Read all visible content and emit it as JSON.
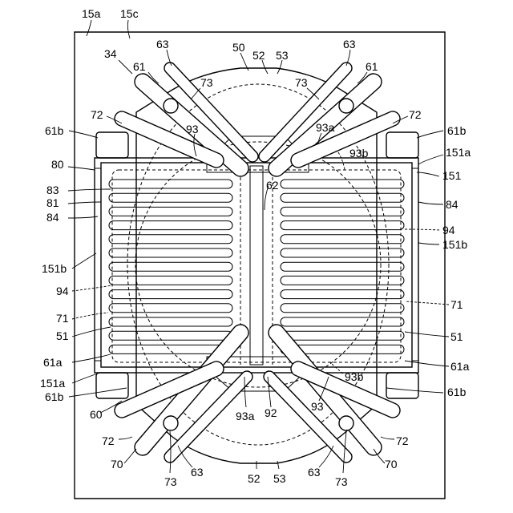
{
  "labels": {
    "l15a": "15a",
    "l15c": "15c",
    "l34": "34",
    "l50": "50",
    "l52t": "52",
    "l53t": "53",
    "l63tl": "63",
    "l63tr": "63",
    "l61tl": "61",
    "l61tr": "61",
    "l73tl": "73",
    "l73tr": "73",
    "l72tl": "72",
    "l72tr": "72",
    "l61btl": "61b",
    "l61btr": "61b",
    "l93tl": "93",
    "l93atr": "93a",
    "l93btr": "93b",
    "l151atr": "151a",
    "l151r": "151",
    "l80": "80",
    "l83": "83",
    "l81": "81",
    "l84l": "84",
    "l84r": "84",
    "l62": "62",
    "l94r": "94",
    "l151br": "151b",
    "l151bl": "151b",
    "l94l": "94",
    "l71l": "71",
    "l71r": "71",
    "l51l": "51",
    "l51r": "51",
    "l61al": "61a",
    "l61ar": "61a",
    "l151al": "151a",
    "l93bbr": "93b",
    "l61bbl": "61b",
    "l61bbr": "61b",
    "l60": "60",
    "l93ab": "93a",
    "l92": "92",
    "l93br": "93",
    "l72bl": "72",
    "l72br": "72",
    "l70bl": "70",
    "l70br": "70",
    "l73bl": "73",
    "l63bl": "63",
    "l52b": "52",
    "l53b": "53",
    "l63br": "63",
    "l73br": "73"
  }
}
